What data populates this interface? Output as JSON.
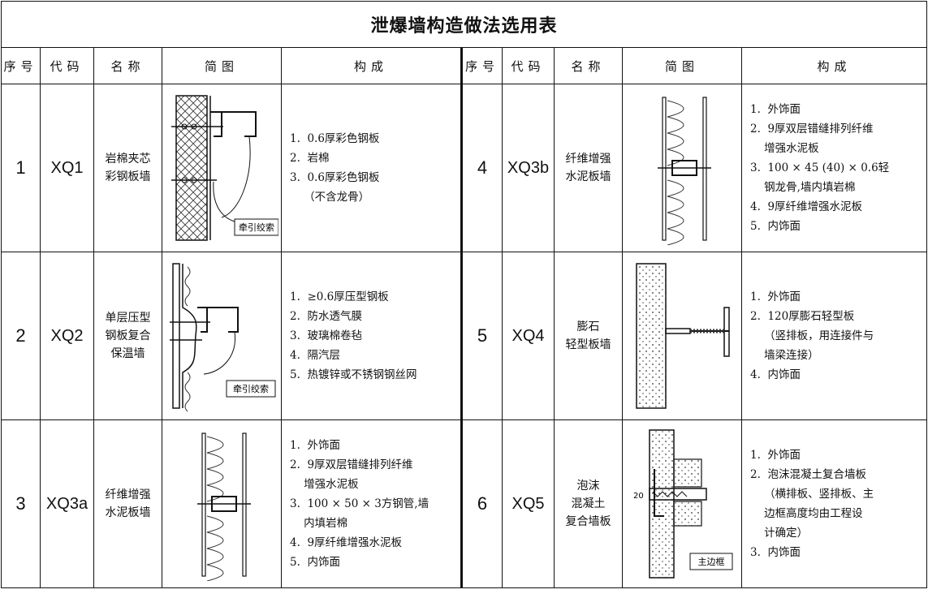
{
  "title": "泄爆墙构造做法选用表",
  "headers": {
    "seq": "序号",
    "code": "代码",
    "name": "名称",
    "diagram": "简图",
    "composition": "构成"
  },
  "rows": [
    {
      "left": {
        "seq": "1",
        "code": "XQ1",
        "name_lines": [
          "岩棉夹芯",
          "彩钢板墙"
        ],
        "diagram_label": "牵引绞索",
        "composition": [
          "1.  0.6厚彩色钢板",
          "2.  岩棉",
          "3.  0.6厚彩色钢板",
          "    （不含龙骨）"
        ]
      },
      "right": {
        "seq": "4",
        "code": "XQ3b",
        "name_lines": [
          "纤维增强",
          "水泥板墙"
        ],
        "diagram_label": "",
        "composition": [
          "1.  外饰面",
          "2.  9厚双层错缝排列纤维",
          "    增强水泥板",
          "3.  100 × 45 (40) × 0.6轻",
          "    钢龙骨,墙内填岩棉",
          "4.  9厚纤维增强水泥板",
          "5.  内饰面"
        ]
      }
    },
    {
      "left": {
        "seq": "2",
        "code": "XQ2",
        "name_lines": [
          "单层压型",
          "钢板复合",
          "保温墙"
        ],
        "diagram_label": "牵引绞索",
        "composition": [
          "1.  ≥0.6厚压型钢板",
          "2.  防水透气膜",
          "3.  玻璃棉卷毡",
          "4.  隔汽层",
          "5.  热镀锌或不锈钢钢丝网"
        ]
      },
      "right": {
        "seq": "5",
        "code": "XQ4",
        "name_lines": [
          "膨石",
          "轻型板墙"
        ],
        "diagram_label": "",
        "composition": [
          "1.  外饰面",
          "2.  120厚膨石轻型板",
          "    （竖排板，用连接件与",
          "    墙梁连接）",
          "4.  内饰面"
        ]
      }
    },
    {
      "left": {
        "seq": "3",
        "code": "XQ3a",
        "name_lines": [
          "纤维增强",
          "水泥板墙"
        ],
        "diagram_label": "",
        "composition": [
          "1.  外饰面",
          "2.  9厚双层错缝排列纤维",
          "    增强水泥板",
          "3.  100 × 50 × 3方钢管,墙",
          "    内填岩棉",
          "4.  9厚纤维增强水泥板",
          "5.  内饰面"
        ]
      },
      "right": {
        "seq": "6",
        "code": "XQ5",
        "name_lines": [
          "泡沫",
          "混凝土",
          "复合墙板"
        ],
        "diagram_label": "主边框",
        "diagram_dim": "20",
        "composition": [
          "1.  外饰面",
          "2.  泡沫混凝土复合墙板",
          "    （横排板、竖排板、主",
          "    边框高度均由工程设",
          "    计确定）",
          "3.  内饰面"
        ]
      }
    }
  ]
}
